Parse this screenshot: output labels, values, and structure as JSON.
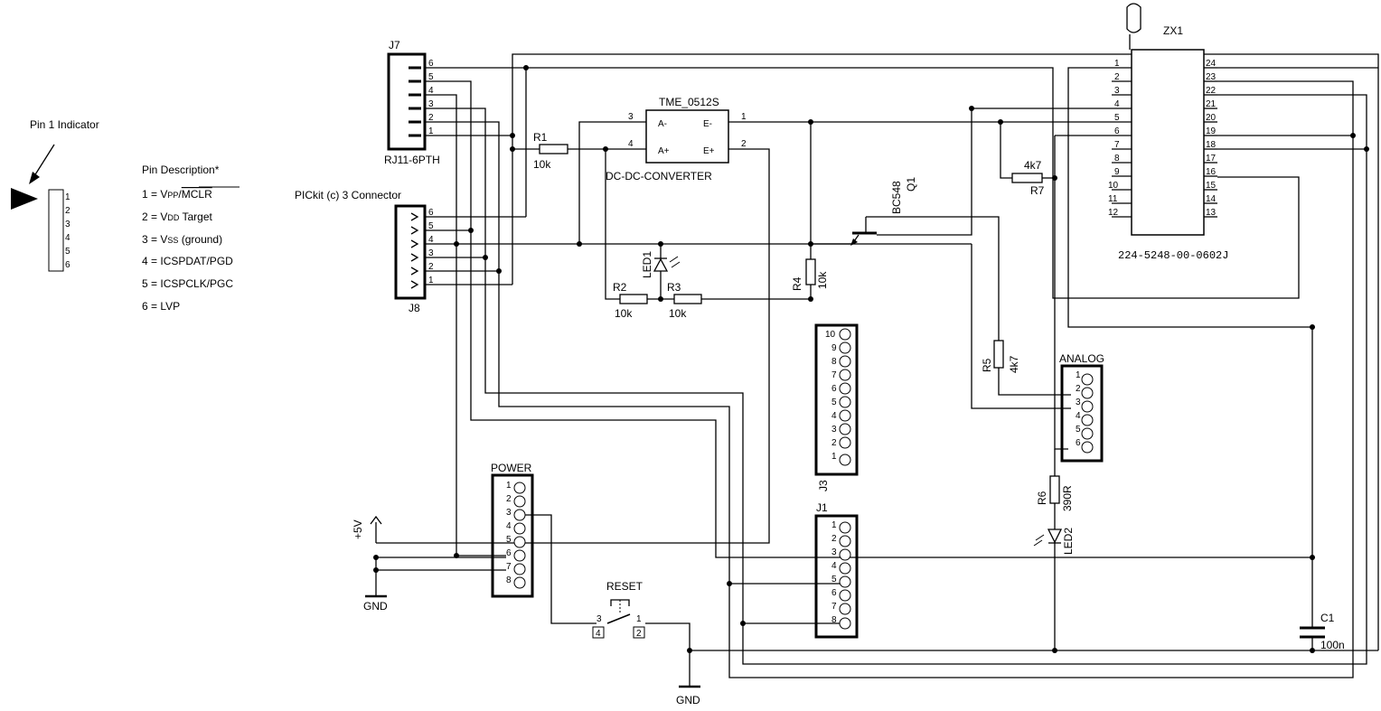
{
  "legend": {
    "pin1_indicator": "Pin 1 Indicator",
    "pin_desc_title": "Pin Description*",
    "pin_numbers": [
      "1",
      "2",
      "3",
      "4",
      "5",
      "6"
    ],
    "items": [
      {
        "num": "1 = ",
        "main": "V",
        "sub": "PP",
        "slash": "/",
        "over": "MCLR"
      },
      {
        "num": "2 = ",
        "main": "V",
        "sub": "DD",
        "rest": " Target"
      },
      {
        "num": "3 = ",
        "main": "V",
        "sub": "SS",
        "rest": " (ground)"
      },
      {
        "num": "4 = ",
        "main": "ICSPDAT/PGD"
      },
      {
        "num": "5 = ",
        "main": "ICSPCLK/PGC"
      },
      {
        "num": "6 = ",
        "main": "LVP"
      }
    ]
  },
  "components": {
    "j7": {
      "ref": "J7",
      "value": "RJ11-6PTH",
      "pins": [
        "6",
        "5",
        "4",
        "3",
        "2",
        "1"
      ]
    },
    "j8": {
      "ref": "J8",
      "value": "PICkit (c) 3 Connector",
      "pins": [
        "6",
        "5",
        "4",
        "3",
        "2",
        "1"
      ]
    },
    "u_dcdc": {
      "part": "TME_0512S",
      "value": "DC-DC-CONVERTER",
      "pin_labels": [
        "A-",
        "A+",
        "E-",
        "E+"
      ],
      "pin_numbers": [
        "3",
        "4",
        "1",
        "2"
      ]
    },
    "r1": {
      "ref": "R1",
      "value": "10k"
    },
    "r2": {
      "ref": "R2",
      "value": "10k"
    },
    "r3": {
      "ref": "R3",
      "value": "10k"
    },
    "r4": {
      "ref": "R4",
      "value": "10k"
    },
    "r5": {
      "ref": "R5",
      "value": "4k7"
    },
    "r6": {
      "ref": "R6",
      "value": "390R"
    },
    "r7": {
      "ref": "R7",
      "value": "4k7"
    },
    "led1": {
      "ref": "LED1"
    },
    "led2": {
      "ref": "LED2"
    },
    "q1": {
      "ref": "Q1",
      "value": "BC548"
    },
    "zx1": {
      "ref": "ZX1",
      "value": "224-5248-00-0602J",
      "left_pins": [
        "1",
        "2",
        "3",
        "4",
        "5",
        "6",
        "7",
        "8",
        "9",
        "10",
        "11",
        "12"
      ],
      "right_pins": [
        "24",
        "23",
        "22",
        "21",
        "20",
        "19",
        "18",
        "17",
        "16",
        "15",
        "14",
        "13"
      ]
    },
    "j3": {
      "ref": "J3",
      "pins": [
        "10",
        "9",
        "8",
        "7",
        "6",
        "5",
        "4",
        "3",
        "2",
        "1"
      ]
    },
    "j1": {
      "ref": "J1",
      "pins": [
        "1",
        "2",
        "3",
        "4",
        "5",
        "6",
        "7",
        "8"
      ]
    },
    "analog": {
      "ref": "ANALOG",
      "pins": [
        "1",
        "2",
        "3",
        "4",
        "5",
        "6"
      ]
    },
    "power": {
      "ref": "POWER",
      "pins": [
        "1",
        "2",
        "3",
        "4",
        "5",
        "6",
        "7",
        "8"
      ]
    },
    "reset": {
      "ref": "RESET",
      "pins": [
        "3",
        "4",
        "1",
        "2"
      ]
    },
    "c1": {
      "ref": "C1",
      "value": "100n"
    },
    "supply": {
      "vcc": "+5V",
      "gnd": "GND",
      "gnd2": "GND"
    }
  }
}
